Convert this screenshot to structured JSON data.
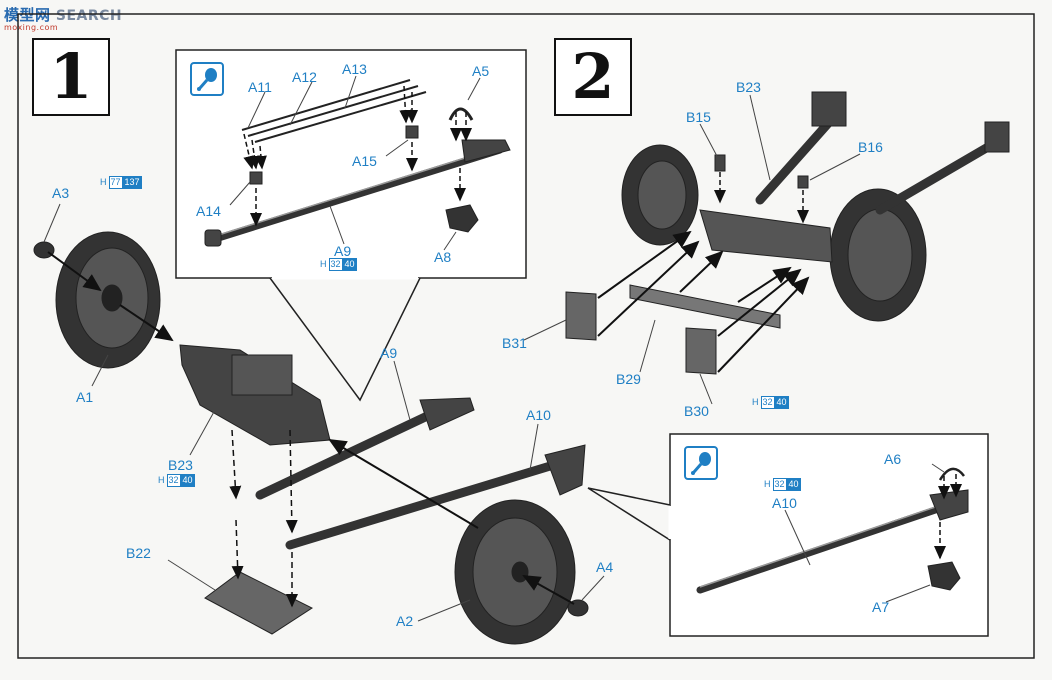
{
  "watermark": {
    "cn": "模型网",
    "en": "SEARCH",
    "sub": "moxing.com"
  },
  "steps": {
    "one": "1",
    "two": "2"
  },
  "parts": {
    "A1": "A1",
    "A2": "A2",
    "A3": "A3",
    "A4": "A4",
    "A5": "A5",
    "A6": "A6",
    "A7": "A7",
    "A8": "A8",
    "A9": "A9",
    "A9b": "A9",
    "A10": "A10",
    "A10b": "A10",
    "A11": "A11",
    "A12": "A12",
    "A13": "A13",
    "A14": "A14",
    "A15": "A15",
    "B15": "B15",
    "B16": "B16",
    "B22": "B22",
    "B23": "B23",
    "B23b": "B23",
    "B29": "B29",
    "B30": "B30",
    "B31": "B31"
  },
  "paint_codes": {
    "wheel": {
      "h": "H",
      "a": "77",
      "b": "137"
    },
    "axle": {
      "h": "H",
      "a": "32",
      "b": "40"
    }
  },
  "colors": {
    "accent": "#1f7fc4",
    "line": "#111111"
  }
}
